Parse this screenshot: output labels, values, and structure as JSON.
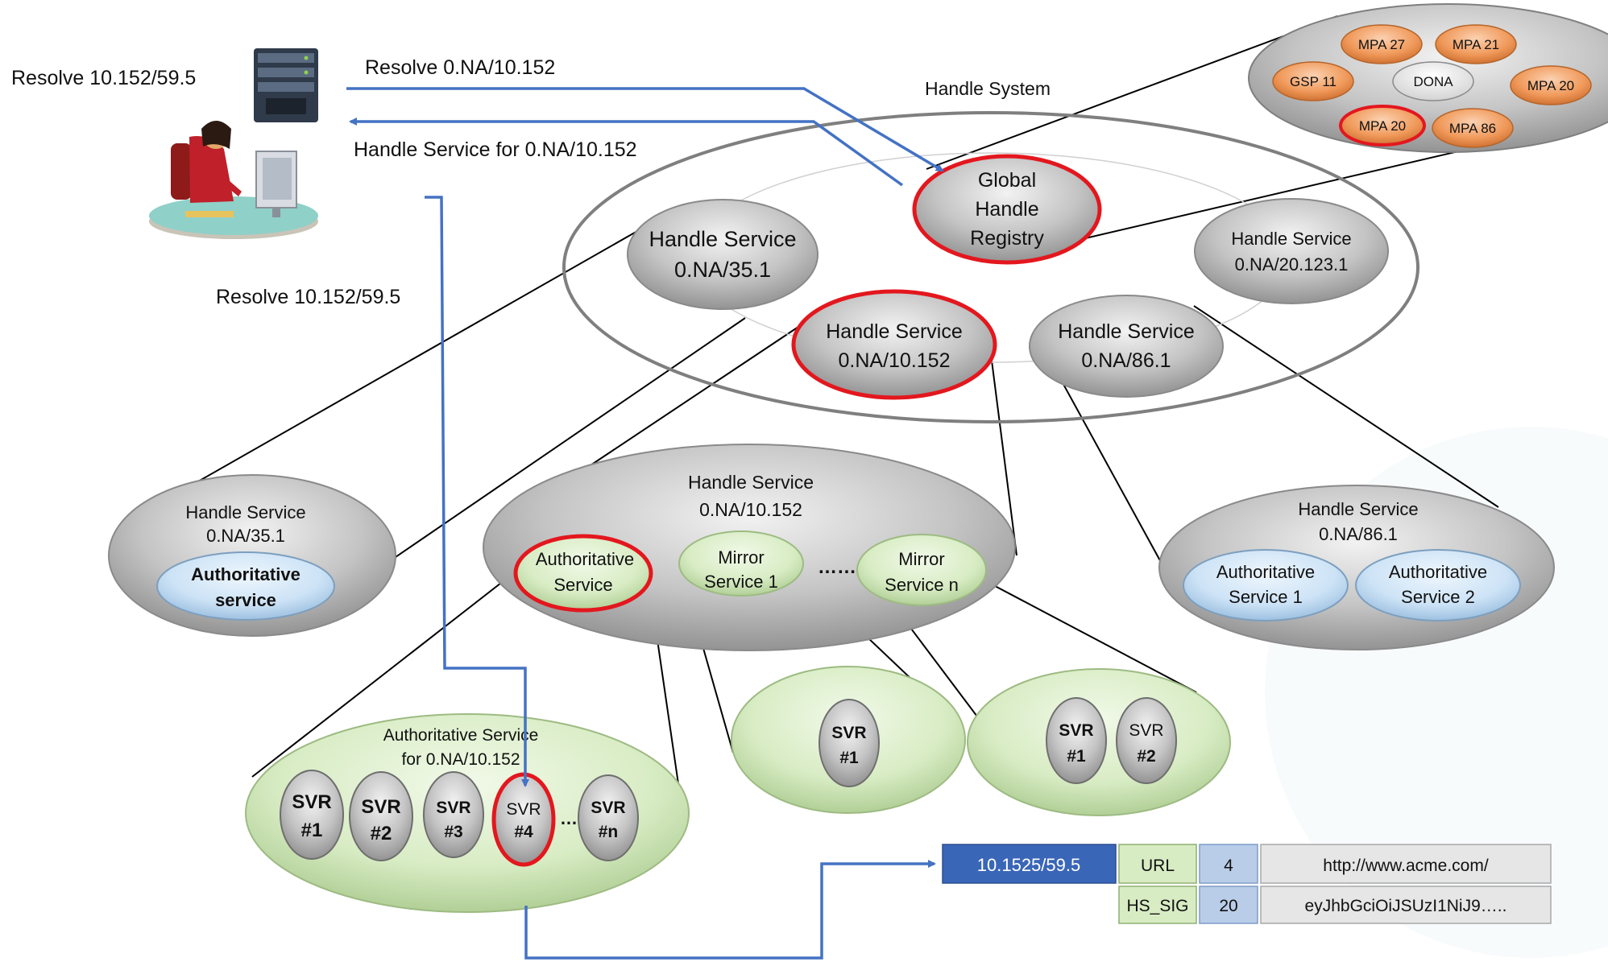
{
  "annotations": {
    "resolve_left": "Resolve 10.152/59.5",
    "resolve_request": "Resolve 0.NA/10.152",
    "resolve_response": "Handle Service for 0.NA/10.152",
    "resolve_lower": "Resolve 10.152/59.5"
  },
  "handle_system": {
    "title": "Handle System",
    "global_registry": [
      "Global",
      "Handle",
      "Registry"
    ],
    "services": [
      {
        "line1": "Handle Service",
        "line2": "0.NA/35.1"
      },
      {
        "line1": "Handle Service",
        "line2": "0.NA/20.123.1"
      },
      {
        "line1": "Handle Service",
        "line2": "0.NA/10.152"
      },
      {
        "line1": "Handle Service",
        "line2": "0.NA/86.1"
      }
    ]
  },
  "mpa_cluster": {
    "nodes": [
      "MPA 27",
      "MPA 21",
      "GSP 11",
      "DONA",
      "MPA 20",
      "MPA 20",
      "MPA 86"
    ]
  },
  "hs_35": {
    "line1": "Handle Service",
    "line2": "0.NA/35.1",
    "auth1": "Authoritative",
    "auth2": "service"
  },
  "hs_10152": {
    "line1": "Handle Service",
    "line2": "0.NA/10.152",
    "auth1": "Authoritative",
    "auth2": "Service",
    "mirror1a": "Mirror",
    "mirror1b": "Service 1",
    "dots": "……",
    "mirrorna": "Mirror",
    "mirrornb": "Service n"
  },
  "hs_86": {
    "line1": "Handle Service",
    "line2": "0.NA/86.1",
    "a1a": "Authoritative",
    "a1b": "Service 1",
    "a2a": "Authoritative",
    "a2b": "Service 2"
  },
  "auth_service": {
    "title1": "Authoritative Service",
    "title2": "for 0.NA/10.152",
    "servers": [
      {
        "a": "SVR",
        "b": "#1"
      },
      {
        "a": "SVR",
        "b": "#2"
      },
      {
        "a": "SVR",
        "b": "#3"
      },
      {
        "a": "SVR",
        "b": "#4"
      },
      {
        "a": "SVR",
        "b": "#n"
      }
    ],
    "dots": "…"
  },
  "mirror1_servers": [
    {
      "a": "SVR",
      "b": "#1"
    }
  ],
  "mirrorn_servers": [
    {
      "a": "SVR",
      "b": "#1"
    },
    {
      "a": "SVR",
      "b": "#2"
    }
  ],
  "handle_record": {
    "handle": "10.1525/59.5",
    "rows": [
      {
        "type": "URL",
        "index": "4",
        "value": "http://www.acme.com/"
      },
      {
        "type": "HS_SIG",
        "index": "20",
        "value": "eyJhbGciOiJSUzI1NiJ9….."
      }
    ]
  },
  "colors": {
    "arrow": "#4472c4",
    "highlight": "#e3171e",
    "gray_fill": "#b5b5b5",
    "green_fill": "#d8ecc4",
    "blue_fill": "#cde3f6",
    "orange_fill": "#f0995a"
  }
}
